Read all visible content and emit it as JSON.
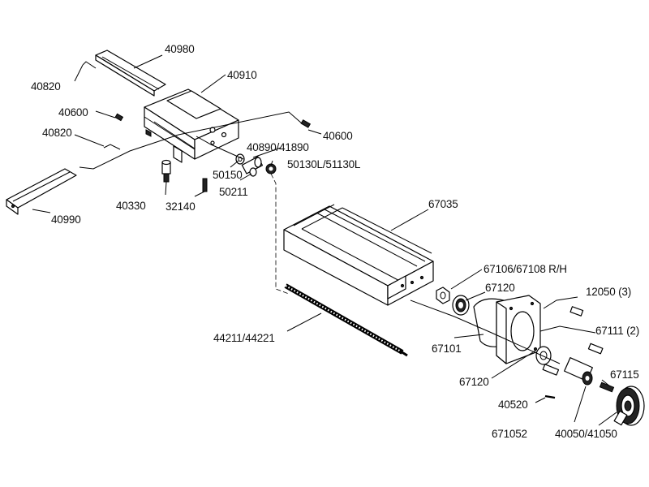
{
  "labels": {
    "p40980": "40980",
    "p40820a": "40820",
    "p40910": "40910",
    "p40600a": "40600",
    "p40820b": "40820",
    "p40600b": "40600",
    "p40890": "40890/41890",
    "p50150": "50150",
    "p50130": "50130L/51130L",
    "p50211": "50211",
    "p40330": "40330",
    "p32140": "32140",
    "p40990": "40990",
    "p67035": "67035",
    "p67106": "67106/67108 R/H",
    "p67120a": "67120",
    "p12050": "12050 (3)",
    "p67111": "67111 (2)",
    "p67101": "67101",
    "p44211": "44211/44221",
    "p67120b": "67120",
    "p67115": "67115",
    "p40520": "40520",
    "p671052": "671052",
    "p40050": "40050/41050"
  }
}
